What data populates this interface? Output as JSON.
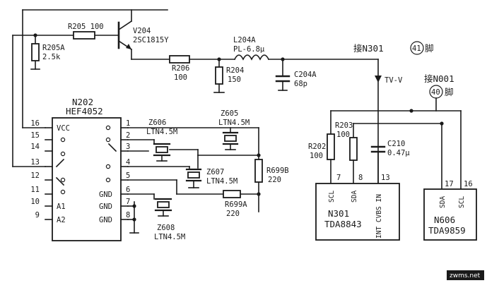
{
  "transistor": {
    "ref": "V204",
    "part": "2SC1815Y"
  },
  "resistors": {
    "r205": {
      "ref": "R205",
      "value": "100"
    },
    "r205a": {
      "ref": "R205A",
      "value": "2.5k"
    },
    "r206": {
      "ref": "R206",
      "value": "100"
    },
    "r204": {
      "ref": "R204",
      "value": "150"
    },
    "r202": {
      "ref": "R202",
      "value": "100"
    },
    "r203": {
      "ref": "R203",
      "value": "100"
    },
    "r699a": {
      "ref": "R699A",
      "value": "220"
    },
    "r699b": {
      "ref": "R699B",
      "value": "220"
    }
  },
  "inductor": {
    "ref": "L204A",
    "value": "PL-6.8μ"
  },
  "capacitors": {
    "c204a": {
      "ref": "C204A",
      "value": "68p"
    },
    "c210": {
      "ref": "C210",
      "value": "0.47μ"
    }
  },
  "filters": {
    "z605": {
      "ref": "Z605",
      "part": "LTN4.5M"
    },
    "z606": {
      "ref": "Z606",
      "part": "LTN4.5M"
    },
    "z607": {
      "ref": "Z607",
      "part": "LTN4.5M"
    },
    "z608": {
      "ref": "Z608",
      "part": "LTN4.5M"
    }
  },
  "ic_n202": {
    "ref": "N202",
    "part": "HEF4052",
    "left_pins": [
      {
        "num": "16",
        "label": "VCC"
      },
      {
        "num": "15",
        "label": ""
      },
      {
        "num": "14",
        "label": ""
      },
      {
        "num": "13",
        "label": ""
      },
      {
        "num": "12",
        "label": ""
      },
      {
        "num": "11",
        "label": ""
      },
      {
        "num": "10",
        "label": "A1"
      },
      {
        "num": "9",
        "label": "A2"
      }
    ],
    "right_pins": [
      {
        "num": "1",
        "label": ""
      },
      {
        "num": "2",
        "label": ""
      },
      {
        "num": "3",
        "label": ""
      },
      {
        "num": "4",
        "label": ""
      },
      {
        "num": "5",
        "label": ""
      },
      {
        "num": "6",
        "label": "GND"
      },
      {
        "num": "7",
        "label": "GND"
      },
      {
        "num": "8",
        "label": "GND"
      }
    ]
  },
  "ic_n301": {
    "ref": "N301",
    "part": "TDA8843",
    "pins": [
      {
        "num": "7",
        "label": "SCL"
      },
      {
        "num": "8",
        "label": "SDA"
      },
      {
        "num": "13",
        "label": "INT CVBS IN"
      }
    ]
  },
  "ic_n606": {
    "ref": "N606",
    "part": "TDA9859",
    "pins": [
      {
        "num": "17",
        "label": "SDA"
      },
      {
        "num": "16",
        "label": "SCL"
      }
    ]
  },
  "connections": {
    "n301_prefix": "接N301",
    "n301_pin": "41",
    "n001_prefix": "接N001",
    "n001_pin": "40",
    "suffix": "脚"
  },
  "signal_label": "TV-V",
  "watermark": "zwms.net"
}
